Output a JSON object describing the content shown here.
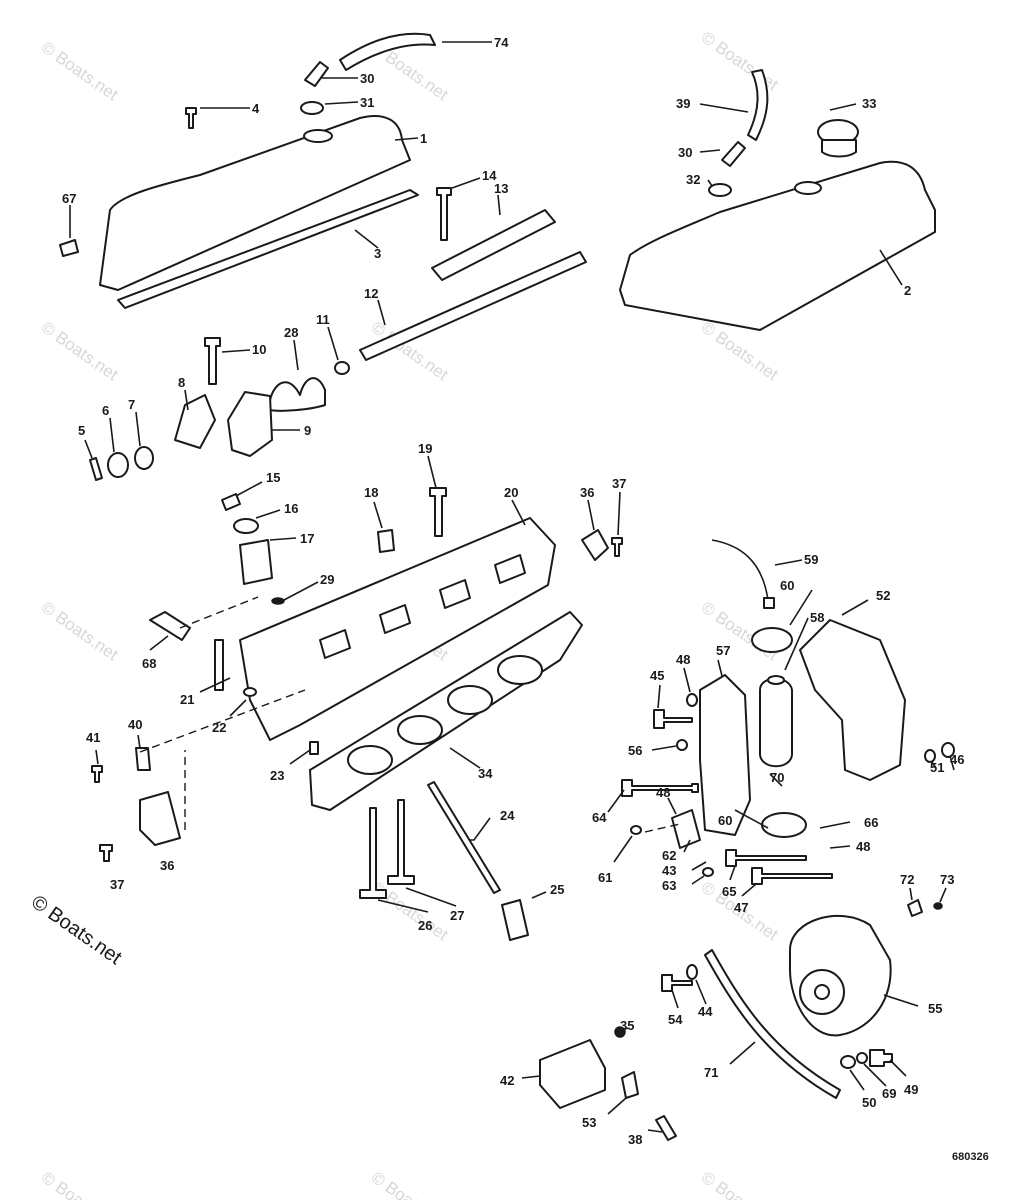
{
  "diagram_code": "680326",
  "watermark_text": "© Boats.net",
  "callouts": [
    "74",
    "30",
    "4",
    "31",
    "1",
    "67",
    "14",
    "13",
    "3",
    "39",
    "33",
    "30",
    "32",
    "2",
    "12",
    "10",
    "28",
    "11",
    "8",
    "6",
    "7",
    "5",
    "9",
    "15",
    "16",
    "19",
    "18",
    "20",
    "36",
    "37",
    "17",
    "29",
    "59",
    "60",
    "52",
    "68",
    "21",
    "22",
    "41",
    "40",
    "23",
    "34",
    "45",
    "48",
    "57",
    "58",
    "56",
    "51",
    "46",
    "64",
    "70",
    "48",
    "60",
    "66",
    "36",
    "37",
    "24",
    "61",
    "62",
    "43",
    "63",
    "65",
    "48",
    "47",
    "25",
    "26",
    "27",
    "72",
    "73",
    "54",
    "44",
    "55",
    "35",
    "71",
    "42",
    "50",
    "69",
    "49",
    "53",
    "38"
  ]
}
